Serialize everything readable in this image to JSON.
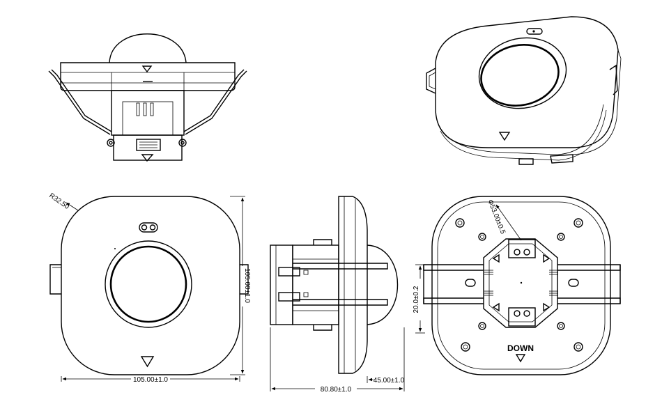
{
  "dimensions": {
    "corner_radius": "R32.50",
    "width": "105.00±1.0",
    "height": "105.00±1.0",
    "depth": "80.80±1.0",
    "lens_height": "45.00±1.0",
    "lens_diameter": "Φ53.00±0.5",
    "mount_height": "20.0±0.2"
  },
  "labels": {
    "down": "DOWN"
  }
}
